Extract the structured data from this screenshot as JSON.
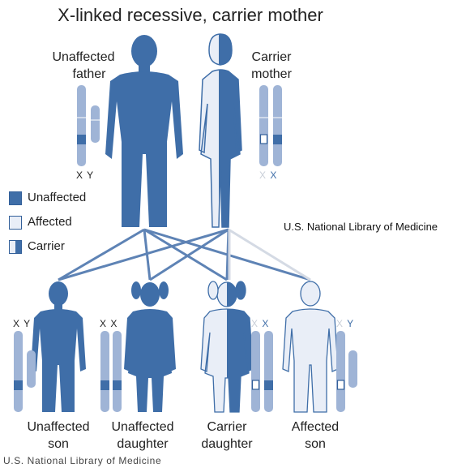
{
  "title": "X-linked recessive, carrier mother",
  "parents": {
    "father_label_1": "Unaffected",
    "father_label_2": "father",
    "mother_label_1": "Carrier",
    "mother_label_2": "mother",
    "father_chromosomes": "X Y",
    "mother_chromosomes": "X X"
  },
  "legend": [
    {
      "label": "Unaffected",
      "swatch": "solid"
    },
    {
      "label": "Affected",
      "swatch": "light"
    },
    {
      "label": "Carrier",
      "swatch": "half"
    }
  ],
  "children": [
    {
      "line1": "Unaffected",
      "line2": "son",
      "chromosomes": "X Y"
    },
    {
      "line1": "Unaffected",
      "line2": "daughter",
      "chromosomes": "X X"
    },
    {
      "line1": "Carrier",
      "line2": "daughter",
      "chromosomes": "X X"
    },
    {
      "line1": "Affected",
      "line2": "son",
      "chromosomes": "X Y"
    }
  ],
  "credit_right": "U.S. National Library of Medicine",
  "credit_bottom": "U.S. National Library of Medicine",
  "colors": {
    "dark_blue": "#3f6ea8",
    "light_blue": "#e9eef7",
    "chromosome": "#9fb4d6",
    "outline": "#33609a",
    "line_light": "#d4dae4"
  }
}
